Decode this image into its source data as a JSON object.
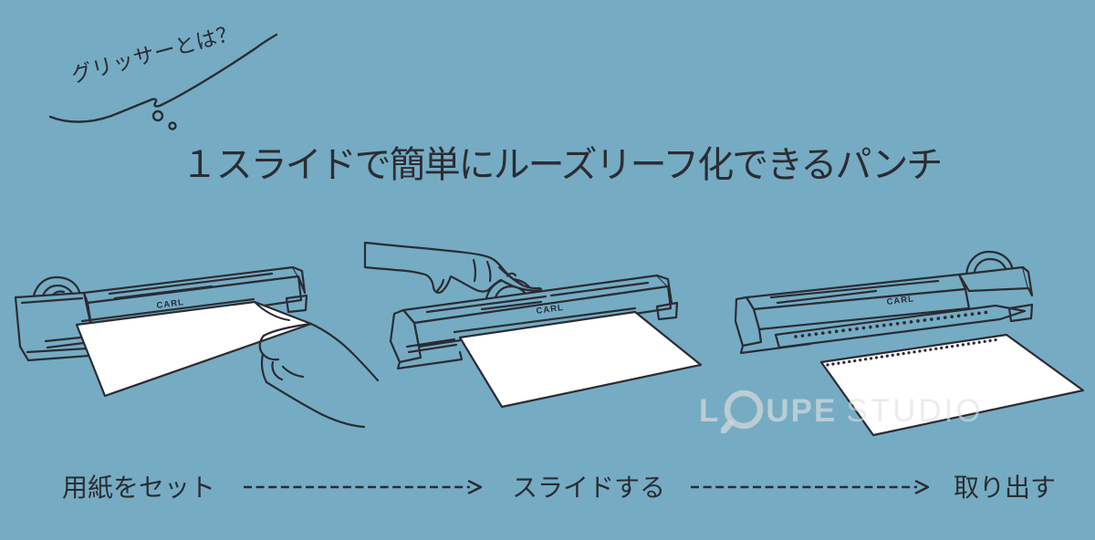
{
  "canvas": {
    "background": "#75acc3",
    "ink": "#2b2b33"
  },
  "thought_bubble": {
    "text": "グリッサーとは？"
  },
  "title": {
    "text": "１スライドで簡単にルーズリーフ化できるパンチ"
  },
  "illustrations": [
    {
      "name": "set-paper",
      "brand": "CARL"
    },
    {
      "name": "slide",
      "brand": "CARL"
    },
    {
      "name": "take-out",
      "brand": "CARL"
    }
  ],
  "steps": [
    {
      "label": "用紙をセット"
    },
    {
      "label": "スライドする"
    },
    {
      "label": "取り出す"
    }
  ],
  "watermark": {
    "part1": "L",
    "part2": "UPE",
    "part3": "STUDIO"
  }
}
